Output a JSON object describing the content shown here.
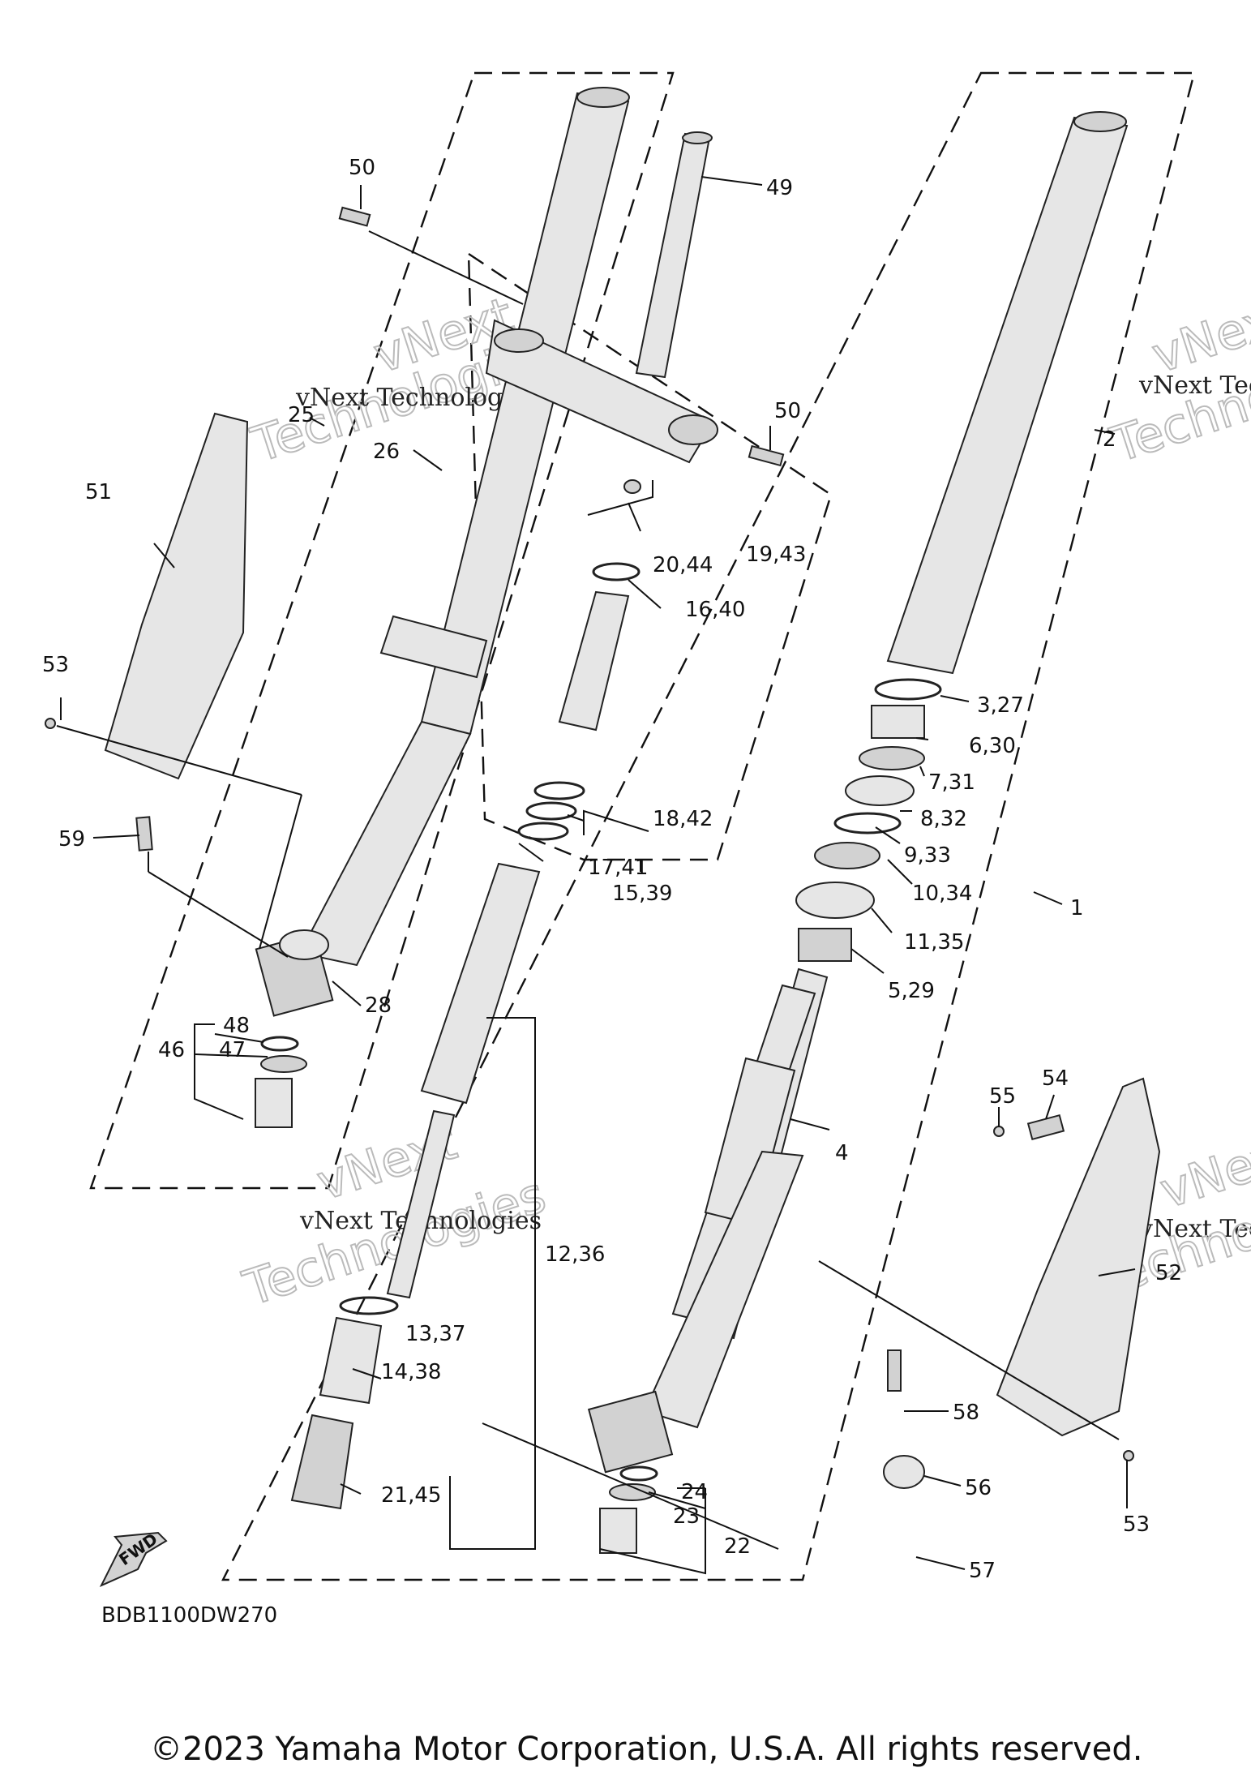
{
  "diagram_code": "BDB1100DW270",
  "copyright": "©2023 Yamaha Motor Corporation, U.S.A. All rights reserved.",
  "fwd_label": "FWD",
  "watermark_text": "vNext Technologies",
  "watermark_big_1": "vNext",
  "watermark_big_2": "Technologies",
  "callouts": {
    "c1": "1",
    "c2": "2",
    "c3": "3,27",
    "c4": "4",
    "c5": "5,29",
    "c6": "6,30",
    "c7": "7,31",
    "c8": "8,32",
    "c9": "9,33",
    "c10": "10,34",
    "c11": "11,35",
    "c12": "12,36",
    "c13": "13,37",
    "c14": "14,38",
    "c15": "15,39",
    "c16": "16,40",
    "c17": "17,41",
    "c18": "18,42",
    "c19": "19,43",
    "c20": "20,44",
    "c21": "21,45",
    "c22": "22",
    "c23": "23",
    "c24": "24",
    "c25": "25",
    "c26": "26",
    "c28": "28",
    "c46": "46",
    "c47": "47",
    "c48": "48",
    "c49": "49",
    "c50a": "50",
    "c50b": "50",
    "c51": "51",
    "c52": "52",
    "c53a": "53",
    "c53b": "53",
    "c54": "54",
    "c55": "55",
    "c56": "56",
    "c57": "57",
    "c58": "58",
    "c59": "59"
  }
}
